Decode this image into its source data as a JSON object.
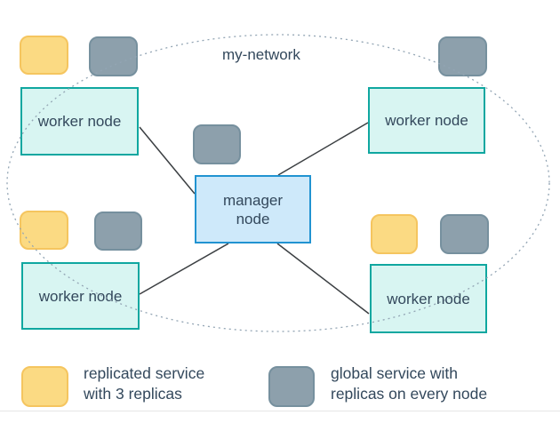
{
  "network": {
    "label": "my-network"
  },
  "nodes": {
    "manager": {
      "label": "manager node"
    },
    "workers": [
      {
        "position": "top-left",
        "label": "worker node"
      },
      {
        "position": "top-right",
        "label": "worker node"
      },
      {
        "position": "bottom-left",
        "label": "worker node"
      },
      {
        "position": "bottom-right",
        "label": "worker node"
      }
    ]
  },
  "legend": [
    {
      "type": "replicated",
      "label": "replicated service with 3 replicas"
    },
    {
      "type": "global",
      "label": "global service with replicas on every node"
    }
  ],
  "colors": {
    "replicated_service": "#FBDA83",
    "replicated_border": "#F5C55F",
    "global_service": "#8DA0AC",
    "global_border": "#76909E",
    "worker_fill": "#D8F5F2",
    "worker_border": "#0FA7A0",
    "manager_fill": "#CEE9FA",
    "manager_border": "#2193D1",
    "network_outline": "#93A5B4",
    "connector_line": "#3B3F42",
    "text": "#33485C"
  }
}
